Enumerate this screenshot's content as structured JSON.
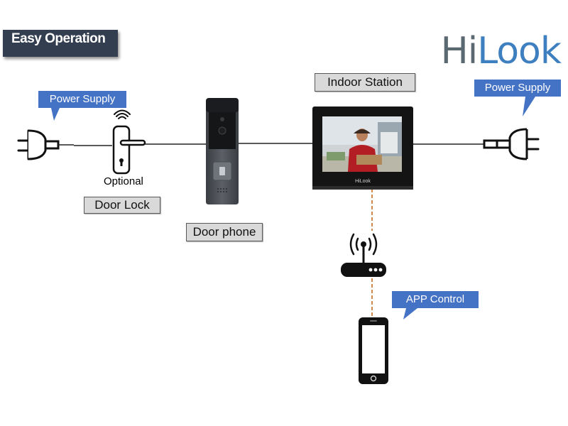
{
  "header": {
    "title": "Easy Operation"
  },
  "brand": {
    "hi": "Hi",
    "look": "Look"
  },
  "labels": {
    "power_supply_left": "Power Supply",
    "power_supply_right": "Power Supply",
    "optional": "Optional",
    "door_lock": "Door Lock",
    "door_phone": "Door phone",
    "indoor_station": "Indoor Station",
    "app_control": "APP Control",
    "monitor_brand": "HiLook"
  },
  "colors": {
    "callout_blue": "#4472c4",
    "badge_dark": "#333f50",
    "label_gray": "#d9d9d9",
    "network_link": "#d08a4a",
    "brand_gray": "#5a6872",
    "brand_blue": "#3e7fbf"
  },
  "icons": [
    "power-plug-icon",
    "door-lock-handle-icon",
    "wifi-signal-icon",
    "door-phone-device",
    "indoor-monitor-device",
    "wifi-router-icon",
    "smartphone-icon"
  ]
}
